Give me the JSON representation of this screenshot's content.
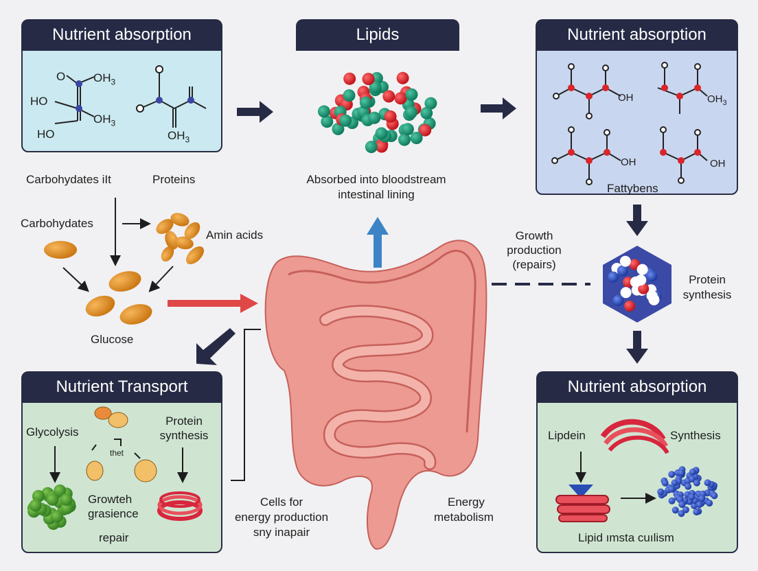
{
  "panels": {
    "top_left": {
      "title": "Nutrient absorption"
    },
    "top_center": {
      "title": "Lipids"
    },
    "top_right": {
      "title": "Nutrient absorption"
    },
    "bottom_left": {
      "title": "Nutrient Transport"
    },
    "bottom_right": {
      "title": "Nutrient absorption"
    }
  },
  "chem_labels": {
    "o": "O",
    "oh3": "OH",
    "ho": "HO",
    "oh3b": "OH",
    "ho2": "HO",
    "oh3c": "OH",
    "sub3": "3",
    "oh": "OH"
  },
  "labels": {
    "carbohydrates_it": "Carbohydates iIt",
    "proteins": "Proteins",
    "carbohydrates": "Carbohydates",
    "amino_acids": "Amin acids",
    "glucose": "Glucose",
    "absorbed_line1": "Absorbed into bloodstream",
    "absorbed_line2": "intestinal lining",
    "fattybens": "Fattybens",
    "growth_line1": "Growth",
    "growth_line2": "production",
    "growth_line3": "(repairs)",
    "protein_synth_line1": "Protein",
    "protein_synth_line2": "synthesis",
    "glycolysis": "Glycolysis",
    "bl_protein_line1": "Protein",
    "bl_protein_line2": "synthesis",
    "thet": "thet",
    "growteh_line1": "Growteh",
    "growteh_line2": "grasience",
    "repair": "repair",
    "cells_line1": "Cells for",
    "cells_line2": "energy production",
    "cells_line3": "sny inapair",
    "energy_line1": "Energy",
    "energy_line2": "metabolism",
    "lipdein": "Lipdein",
    "synthesis": "Synthesis",
    "lipid_culism": "Lipid ımsta cuılism"
  },
  "colors": {
    "navy": "#262a45",
    "panel_blue": "#cbe9f0",
    "panel_lavender": "#c9d6ef",
    "panel_green": "#cfe5d2",
    "red_arrow": "#e04848",
    "blue_arrow": "#3d84c6",
    "intestine": "#ec9a92"
  }
}
